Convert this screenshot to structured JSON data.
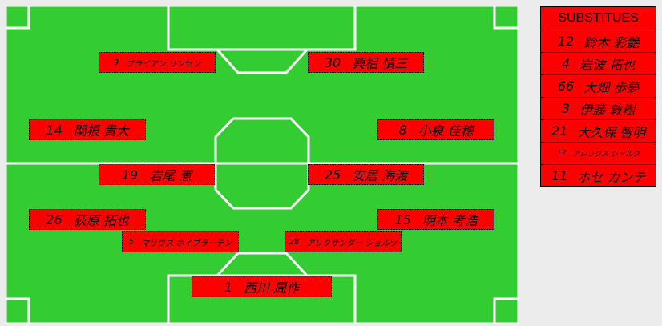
{
  "starters": [
    {
      "num": "9",
      "name": "ブライアン リンセン",
      "small": true
    },
    {
      "num": "30",
      "name": "興梠 慎三",
      "small": false
    },
    {
      "num": "14",
      "name": "関根 貴大",
      "small": false
    },
    {
      "num": "8",
      "name": "小泉 佳穂",
      "small": false
    },
    {
      "num": "19",
      "name": "岩尾 憲",
      "small": false
    },
    {
      "num": "25",
      "name": "安居 海渡",
      "small": false
    },
    {
      "num": "26",
      "name": "荻原 拓也",
      "small": false
    },
    {
      "num": "15",
      "name": "明本 考浩",
      "small": false
    },
    {
      "num": "5",
      "name": "マリウス ホイブラーテン",
      "small": true
    },
    {
      "num": "28",
      "name": "アレクサンダー ショルツ",
      "small": true
    },
    {
      "num": "1",
      "name": "西川 周作",
      "small": false
    }
  ],
  "substitutes": {
    "title": "SUBSTITUES",
    "players": [
      {
        "num": "12",
        "name": "鈴木 彩艶",
        "small": false
      },
      {
        "num": "4",
        "name": "岩波 拓也",
        "small": false
      },
      {
        "num": "66",
        "name": "大畑 歩夢",
        "small": false
      },
      {
        "num": "3",
        "name": "伊藤 敦樹",
        "small": false
      },
      {
        "num": "21",
        "name": "大久保 智明",
        "small": false
      },
      {
        "num": "17",
        "name": "アレックス シャルク",
        "small": true
      },
      {
        "num": "11",
        "name": "ホセ カンテ",
        "small": false
      }
    ]
  },
  "colors": {
    "pitch": "#33cc33",
    "lines": "#ffffff",
    "card": "#ff0000"
  }
}
